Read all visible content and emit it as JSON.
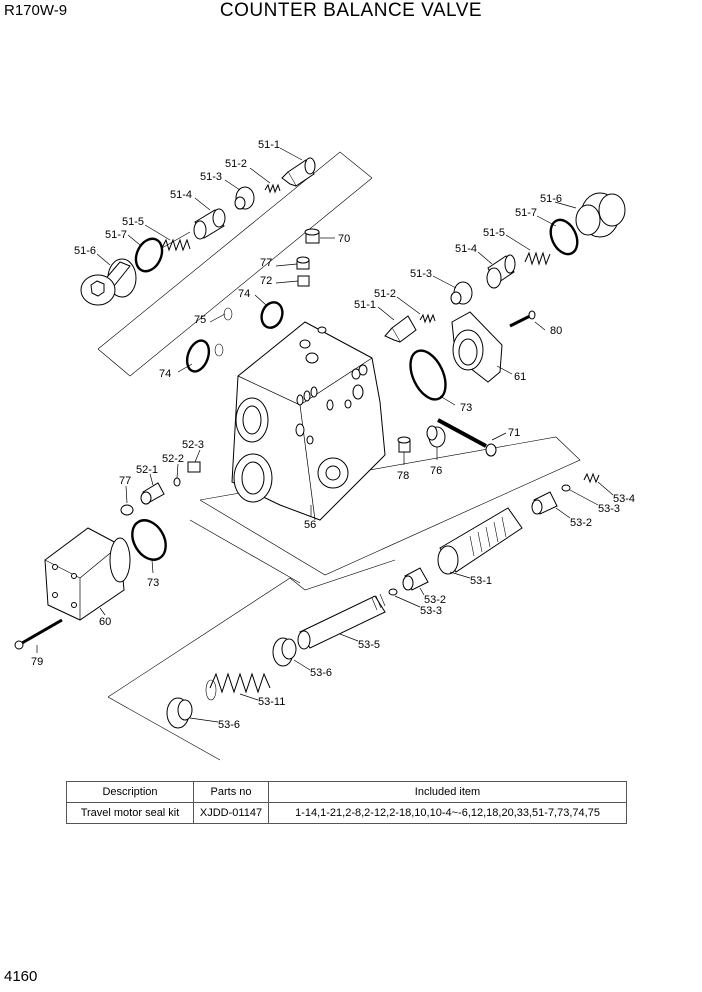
{
  "header": {
    "model": "R170W-9",
    "title": "COUNTER BALANCE VALVE"
  },
  "page_number": "4160",
  "callouts": {
    "c51_1a": "51-1",
    "c51_2a": "51-2",
    "c51_3a": "51-3",
    "c51_4a": "51-4",
    "c51_5a": "51-5",
    "c51_7a": "51-7",
    "c51_6a": "51-6",
    "c51_6b": "51-6",
    "c51_7b": "51-7",
    "c51_5b": "51-5",
    "c51_4b": "51-4",
    "c51_3b": "51-3",
    "c51_2b": "51-2",
    "c51_1b": "51-1",
    "c70": "70",
    "c77a": "77",
    "c72": "72",
    "c74a": "74",
    "c75": "75",
    "c74b": "74",
    "c80": "80",
    "c61": "61",
    "c73a": "73",
    "c71": "71",
    "c78": "78",
    "c76": "76",
    "c56": "56",
    "c52_3": "52-3",
    "c52_2": "52-2",
    "c52_1": "52-1",
    "c77b": "77",
    "c73b": "73",
    "c60": "60",
    "c79": "79",
    "c53_4": "53-4",
    "c53_3a": "53-3",
    "c53_2a": "53-2",
    "c53_1": "53-1",
    "c53_2b": "53-2",
    "c53_3b": "53-3",
    "c53_5": "53-5",
    "c53_6a": "53-6",
    "c53_11": "53-11",
    "c53_6b": "53-6"
  },
  "kit_table": {
    "headers": [
      "Description",
      "Parts no",
      "Included item"
    ],
    "rows": [
      [
        "Travel motor seal kit",
        "XJDD-01147",
        "1-14,1-21,2-8,2-12,2-18,10,10-4~-6,12,18,20,33,51-7,73,74,75"
      ]
    ]
  }
}
